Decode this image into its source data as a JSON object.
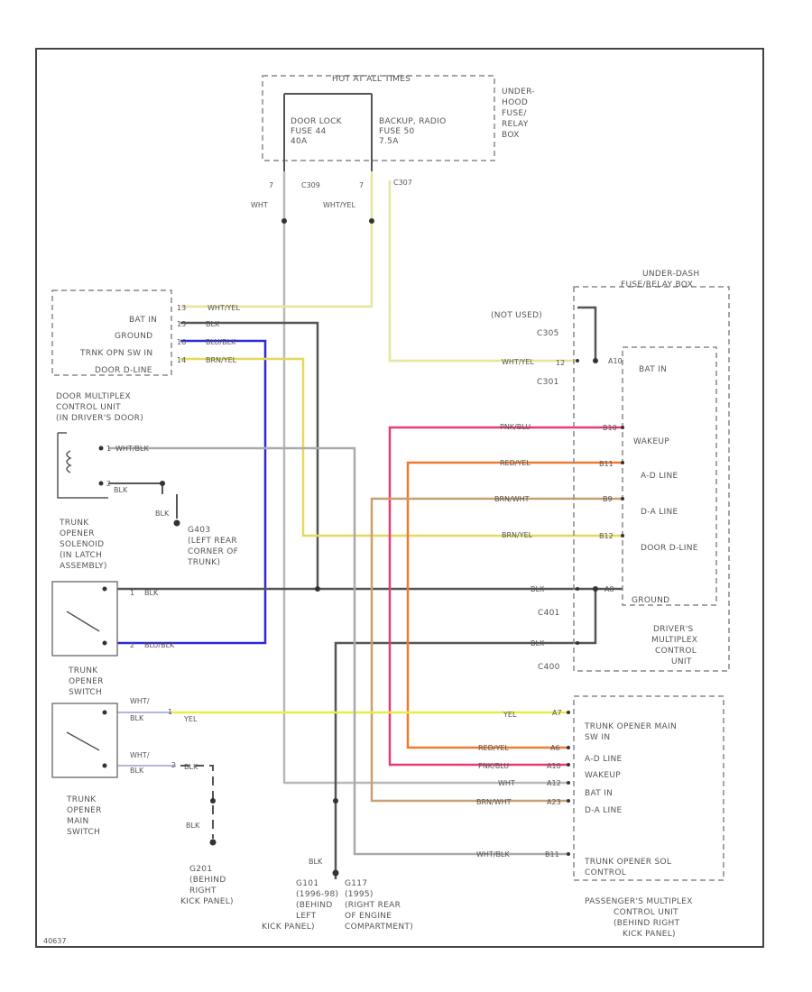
{
  "colors": {
    "frame": "#444444",
    "dashed_box": "#888888",
    "black_wire": "#555555",
    "blue_wire": "#2a2ad6",
    "yellow_wire": "#eaea4a",
    "white_wire": "#b8b8b8",
    "pink_wire": "#e83a7a",
    "orange_wire": "#f07a30",
    "brown_wire": "#c8a070",
    "white_yellow_wire": "#e6e69a"
  },
  "fuse_box": {
    "title": "HOT AT ALL TIMES",
    "fuse1": [
      "DOOR LOCK",
      "FUSE 44",
      "40A"
    ],
    "fuse2": [
      "BACKUP, RADIO",
      "FUSE 50",
      "7.5A"
    ],
    "side": [
      "UNDER-",
      "HOOD",
      "FUSE/",
      "RELAY",
      "BOX"
    ],
    "pin1": "7",
    "conn1": "C309",
    "pin2": "7",
    "conn2": "C307",
    "wire1": "WHT",
    "wire2": "WHT/YEL"
  },
  "door_unit": {
    "pins": [
      "BAT IN",
      "GROUND",
      "TRNK OPN SW IN",
      "DOOR D-LINE"
    ],
    "pin_nums": [
      "13",
      "15",
      "16",
      "14"
    ],
    "wires": [
      "WHT/YEL",
      "BLK",
      "BLU/BLK",
      "BRN/YEL"
    ],
    "label": [
      "DOOR MULTIPLEX",
      "CONTROL UNIT",
      "(IN DRIVER'S DOOR)"
    ]
  },
  "relay": {
    "pin1": "1",
    "pin2": "2",
    "wire1": "WHT/BLK",
    "wire2": "BLK"
  },
  "ground_g403": {
    "wire": "BLK",
    "label": [
      "G403",
      "(LEFT REAR",
      "CORNER OF",
      "TRUNK)"
    ]
  },
  "solenoid": {
    "label": [
      "TRUNK",
      "OPENER",
      "SOLENOID",
      "(IN LATCH",
      "ASSEMBLY)"
    ],
    "pin1": "1",
    "pin2": "2",
    "wire1": "BLK",
    "wire2": "BLU/BLK"
  },
  "opener_switch": {
    "label": [
      "TRUNK",
      "OPENER",
      "SWITCH"
    ],
    "wire1a": "WHT/",
    "wire1b": "BLK",
    "wire2a": "WHT/",
    "wire2b": "BLK",
    "pin1": "1",
    "pin2": "2",
    "conn_wire1": "YEL",
    "conn_wire2": "BLK"
  },
  "main_switch": {
    "label": [
      "TRUNK",
      "OPENER",
      "MAIN",
      "SWITCH"
    ]
  },
  "ground_g201": {
    "wire": "BLK",
    "label": [
      "G201",
      "(BEHIND",
      "RIGHT",
      "KICK PANEL)"
    ]
  },
  "ground_g101": {
    "wire": "BLK",
    "label": [
      "G101",
      "(1996-98)",
      "(BEHIND",
      "LEFT",
      "KICK PANEL)"
    ]
  },
  "ground_g117": {
    "label": [
      "G117",
      "(1995)",
      "(RIGHT REAR",
      "OF ENGINE",
      "COMPARTMENT)"
    ]
  },
  "underdash": {
    "title": [
      "UNDER-DASH",
      "FUSE/RELAY BOX"
    ],
    "not_used": "(NOT USED)",
    "conn_top": "C305",
    "conn_301": "C301"
  },
  "drivers_unit": {
    "pins": [
      "BAT IN",
      "WAKEUP",
      "A-D LINE",
      "D-A LINE",
      "DOOR D-LINE",
      "GROUND"
    ],
    "pin_nums": [
      "A10",
      "B10",
      "B11",
      "B9",
      "B12",
      "A8"
    ],
    "wires": [
      "WHT/YEL",
      "PNK/BLU",
      "RED/YEL",
      "BRN/WHT",
      "BRN/YEL",
      "BLK"
    ],
    "conn_blk": "C401",
    "wire_blk2": "BLK",
    "conn_bottom": "C400",
    "label": [
      "DRIVER'S",
      "MULTIPLEX",
      "CONTROL",
      "UNIT"
    ],
    "top_pin": "12"
  },
  "pass_unit": {
    "pins": [
      "TRUNK OPENER MAIN",
      "SW IN",
      "A-D LINE",
      "WAKEUP",
      "BAT IN",
      "D-A LINE",
      "TRUNK OPENER SOL",
      "CONTROL"
    ],
    "pin_nums": [
      "A7",
      "A6",
      "A10",
      "A12",
      "A23",
      "B11"
    ],
    "wires": [
      "YEL",
      "RED/YEL",
      "PNK/BLU",
      "WHT",
      "BRN/WHT",
      "WHT/BLK"
    ],
    "label": [
      "PASSENGER'S MULTIPLEX",
      "CONTROL UNIT",
      "(BEHIND RIGHT",
      "KICK PANEL)"
    ]
  },
  "footer": "40637"
}
